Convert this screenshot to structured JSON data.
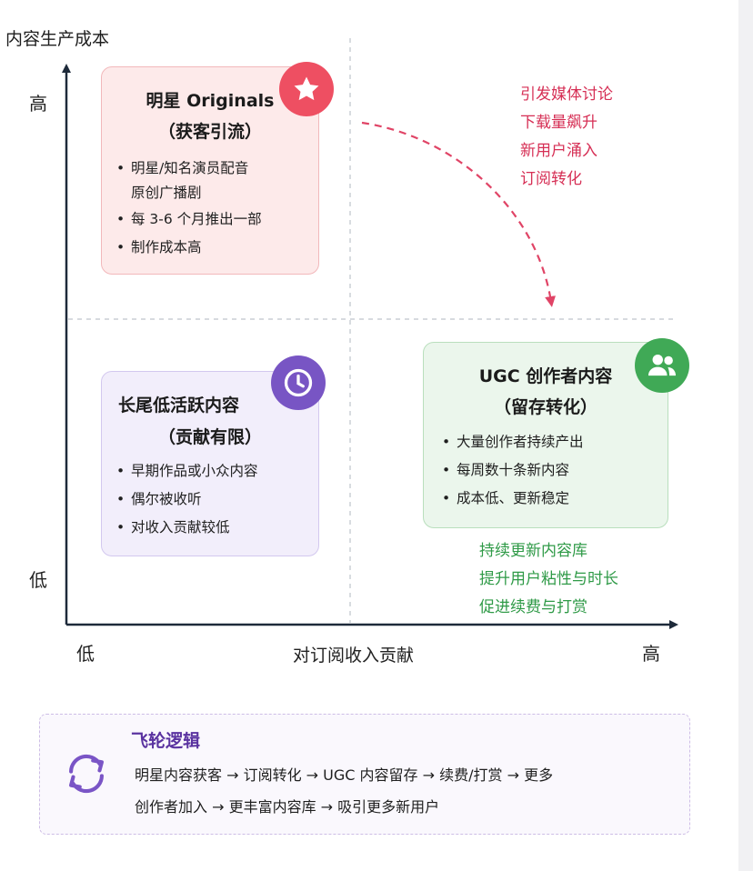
{
  "axes": {
    "y_title": "内容生产成本",
    "y_high": "高",
    "y_low": "低",
    "x_title": "对订阅收入贡献",
    "x_low": "低",
    "x_high": "高"
  },
  "quadrants": {
    "star": {
      "title_line1": "明星 Originals",
      "title_line2": "（获客引流）",
      "bullets": [
        "明星/知名演员配音",
        "原创广播剧",
        "每 3-6 个月推出一部",
        "制作成本高"
      ],
      "icon": "star-icon",
      "color": "#ee4f62"
    },
    "longtail": {
      "title_line1": "长尾低活跃内容",
      "title_line2": "（贡献有限）",
      "bullets": [
        "早期作品或小众内容",
        "偶尔被收听",
        "对收入贡献较低"
      ],
      "icon": "clock-icon",
      "color": "#7855c4"
    },
    "ugc": {
      "title_line1": "UGC 创作者内容",
      "title_line2": "（留存转化）",
      "bullets": [
        "大量创作者持续产出",
        "每周数十条新内容",
        "成本低、更新稳定"
      ],
      "icon": "users-icon",
      "color": "#40a956"
    }
  },
  "notes": {
    "red": [
      "引发媒体讨论",
      "下载量飙升",
      "新用户涌入",
      "订阅转化"
    ],
    "green": [
      "持续更新内容库",
      "提升用户粘性与时长",
      "促进续费与打赏"
    ]
  },
  "flywheel": {
    "title": "飞轮逻辑",
    "line1": "明星内容获客 → 订阅转化 → UGC 内容留存 → 续费/打赏 → 更多",
    "line2": "创作者加入 → 更丰富内容库 → 吸引更多新用户",
    "icon": "cycle-icon"
  }
}
